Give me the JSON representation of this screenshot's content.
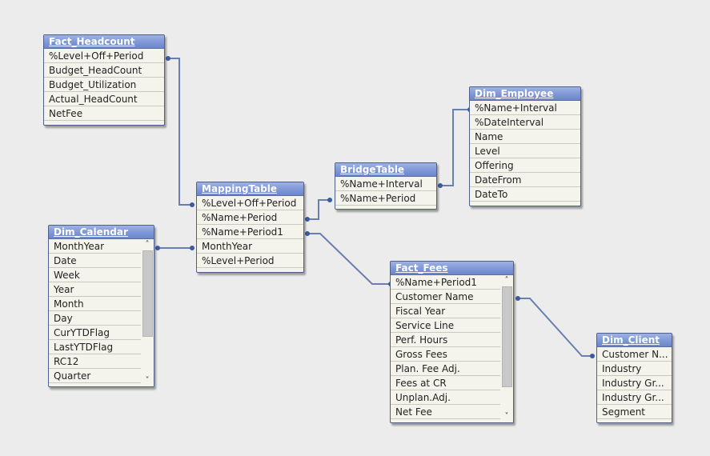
{
  "tables": {
    "fact_headcount": {
      "name": "Fact_Headcount",
      "fields": [
        "%Level+Off+Period",
        "Budget_HeadCount",
        "Budget_Utilization",
        "Actual_HeadCount",
        "NetFee"
      ]
    },
    "dim_calendar": {
      "name": "Dim_Calendar",
      "fields": [
        "MonthYear",
        "Date",
        "Week",
        "Year",
        "Month",
        "Day",
        "CurYTDFlag",
        "LastYTDFlag",
        "RC12",
        "Quarter"
      ]
    },
    "mapping_table": {
      "name": "MappingTable",
      "fields": [
        "%Level+Off+Period",
        "%Name+Period",
        "%Name+Period1",
        "MonthYear",
        "%Level+Period"
      ]
    },
    "bridge_table": {
      "name": "BridgeTable",
      "fields": [
        "%Name+Interval",
        "%Name+Period"
      ]
    },
    "dim_employee": {
      "name": "Dim_Employee",
      "fields": [
        "%Name+Interval",
        "%DateInterval",
        "Name",
        "Level",
        "Offering",
        "DateFrom",
        "DateTo"
      ]
    },
    "fact_fees": {
      "name": "Fact_Fees",
      "fields": [
        "%Name+Period1",
        "Customer Name",
        "Fiscal Year",
        "Service Line",
        "Perf. Hours",
        "Gross Fees",
        "Plan. Fee Adj.",
        "Fees at CR",
        "Unplan.Adj.",
        "Net Fee"
      ]
    },
    "dim_client": {
      "name": "Dim_Client",
      "fields": [
        "Customer N...",
        "Industry",
        "Industry Gr...",
        "Industry Gr...",
        "Segment"
      ]
    }
  },
  "colors": {
    "link": "#6b7faf",
    "header": "#7c95d6",
    "background": "#ececec"
  },
  "scrollbar_glyphs": {
    "up": "˄",
    "down": "˅"
  }
}
